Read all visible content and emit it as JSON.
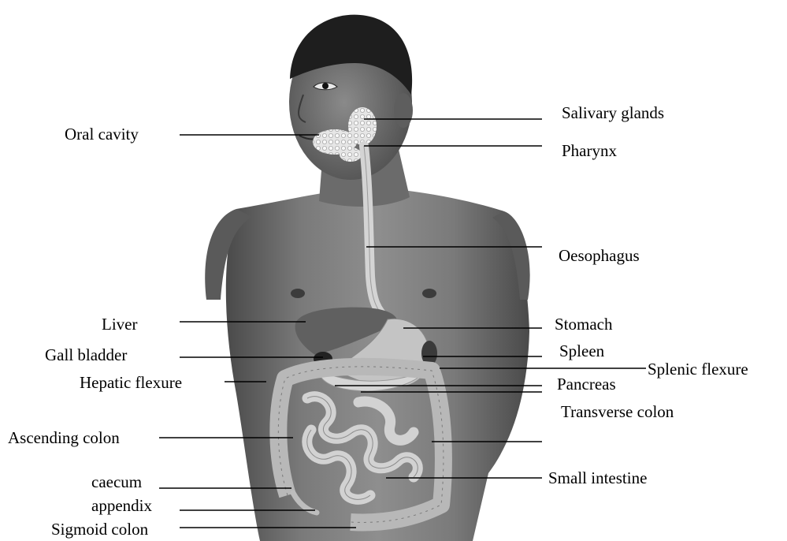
{
  "figure": {
    "labels": {
      "oral_cavity": "Oral cavity",
      "salivary_glands": "Salivary glands",
      "pharynx": "Pharynx",
      "oesophagus": "Oesophagus",
      "liver": "Liver",
      "stomach": "Stomach",
      "gall_bladder": "Gall bladder",
      "spleen": "Spleen",
      "splenic_flexure": "Splenic flexure",
      "pancreas": "Pancreas",
      "hepatic_flexure": "Hepatic flexure",
      "transverse_colon": "Transverse colon",
      "ascending_colon": "Ascending colon",
      "caecum": "caecum",
      "small_intestine": "Small intestine",
      "appendix": "appendix",
      "sigmoid_colon": "Sigmoid colon"
    }
  }
}
